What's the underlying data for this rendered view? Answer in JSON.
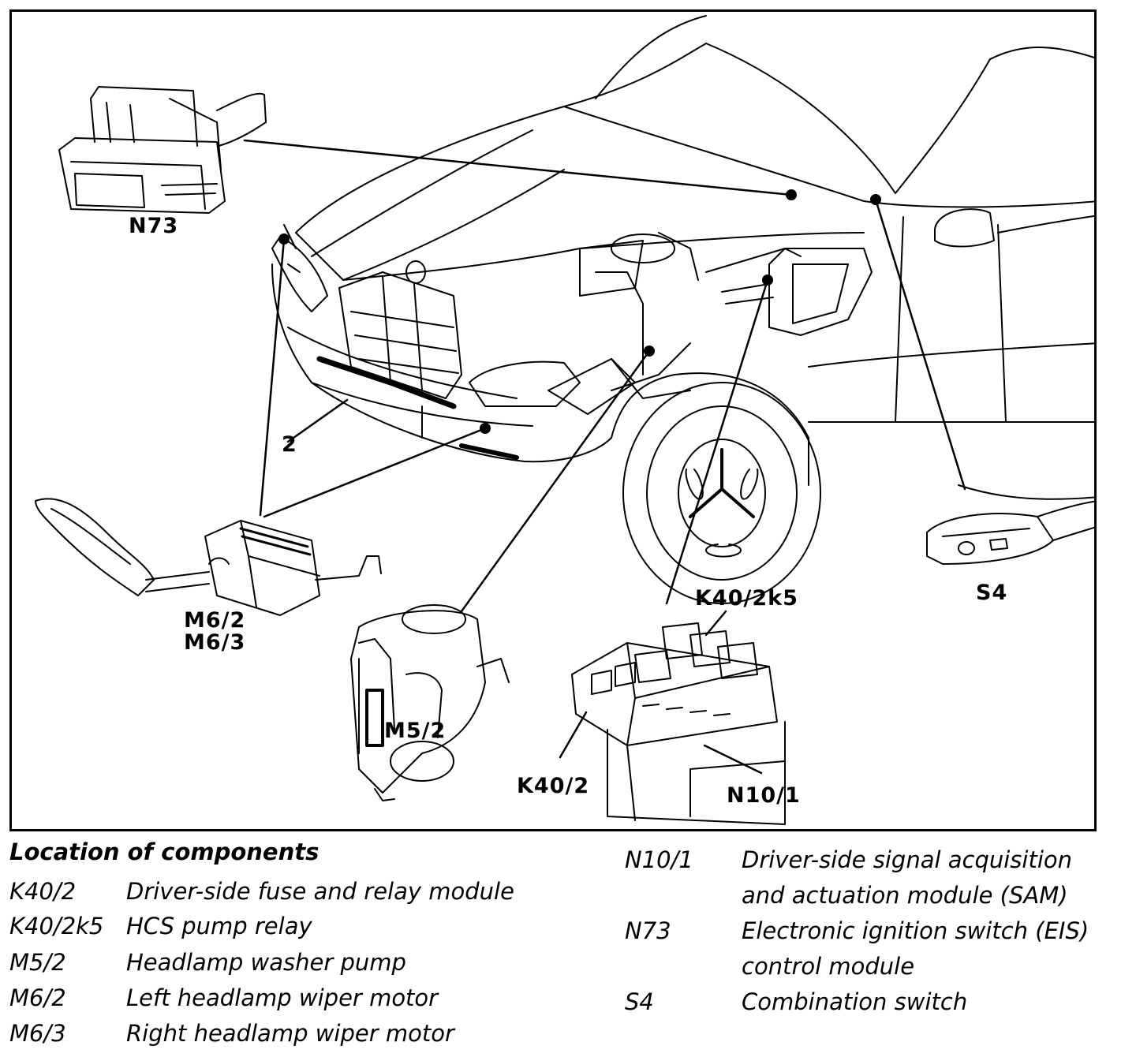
{
  "diagram": {
    "callouts": {
      "n73": "N73",
      "two": "2",
      "m6_2": "M6/2",
      "m6_3": "M6/3",
      "m5_2": "M5/2",
      "k40_2k5": "K40/2k5",
      "k40_2": "K40/2",
      "n10_1": "N10/1",
      "s4": "S4"
    }
  },
  "legend": {
    "title": "Location of components",
    "items": [
      {
        "code": "K40/2",
        "desc": "Driver-side fuse and relay module"
      },
      {
        "code": "K40/2k5",
        "desc": "HCS pump relay"
      },
      {
        "code": "M5/2",
        "desc": "Headlamp washer pump"
      },
      {
        "code": "M6/2",
        "desc": "Left headlamp wiper motor"
      },
      {
        "code": "M6/3",
        "desc": "Right headlamp wiper motor"
      },
      {
        "code": "N10/1",
        "desc": "Driver-side signal acquisition",
        "desc2": "and actuation module (SAM)"
      },
      {
        "code": "N73",
        "desc": "Electronic ignition switch (EIS)",
        "desc2": "control module"
      },
      {
        "code": "S4",
        "desc": "Combination switch"
      }
    ]
  }
}
